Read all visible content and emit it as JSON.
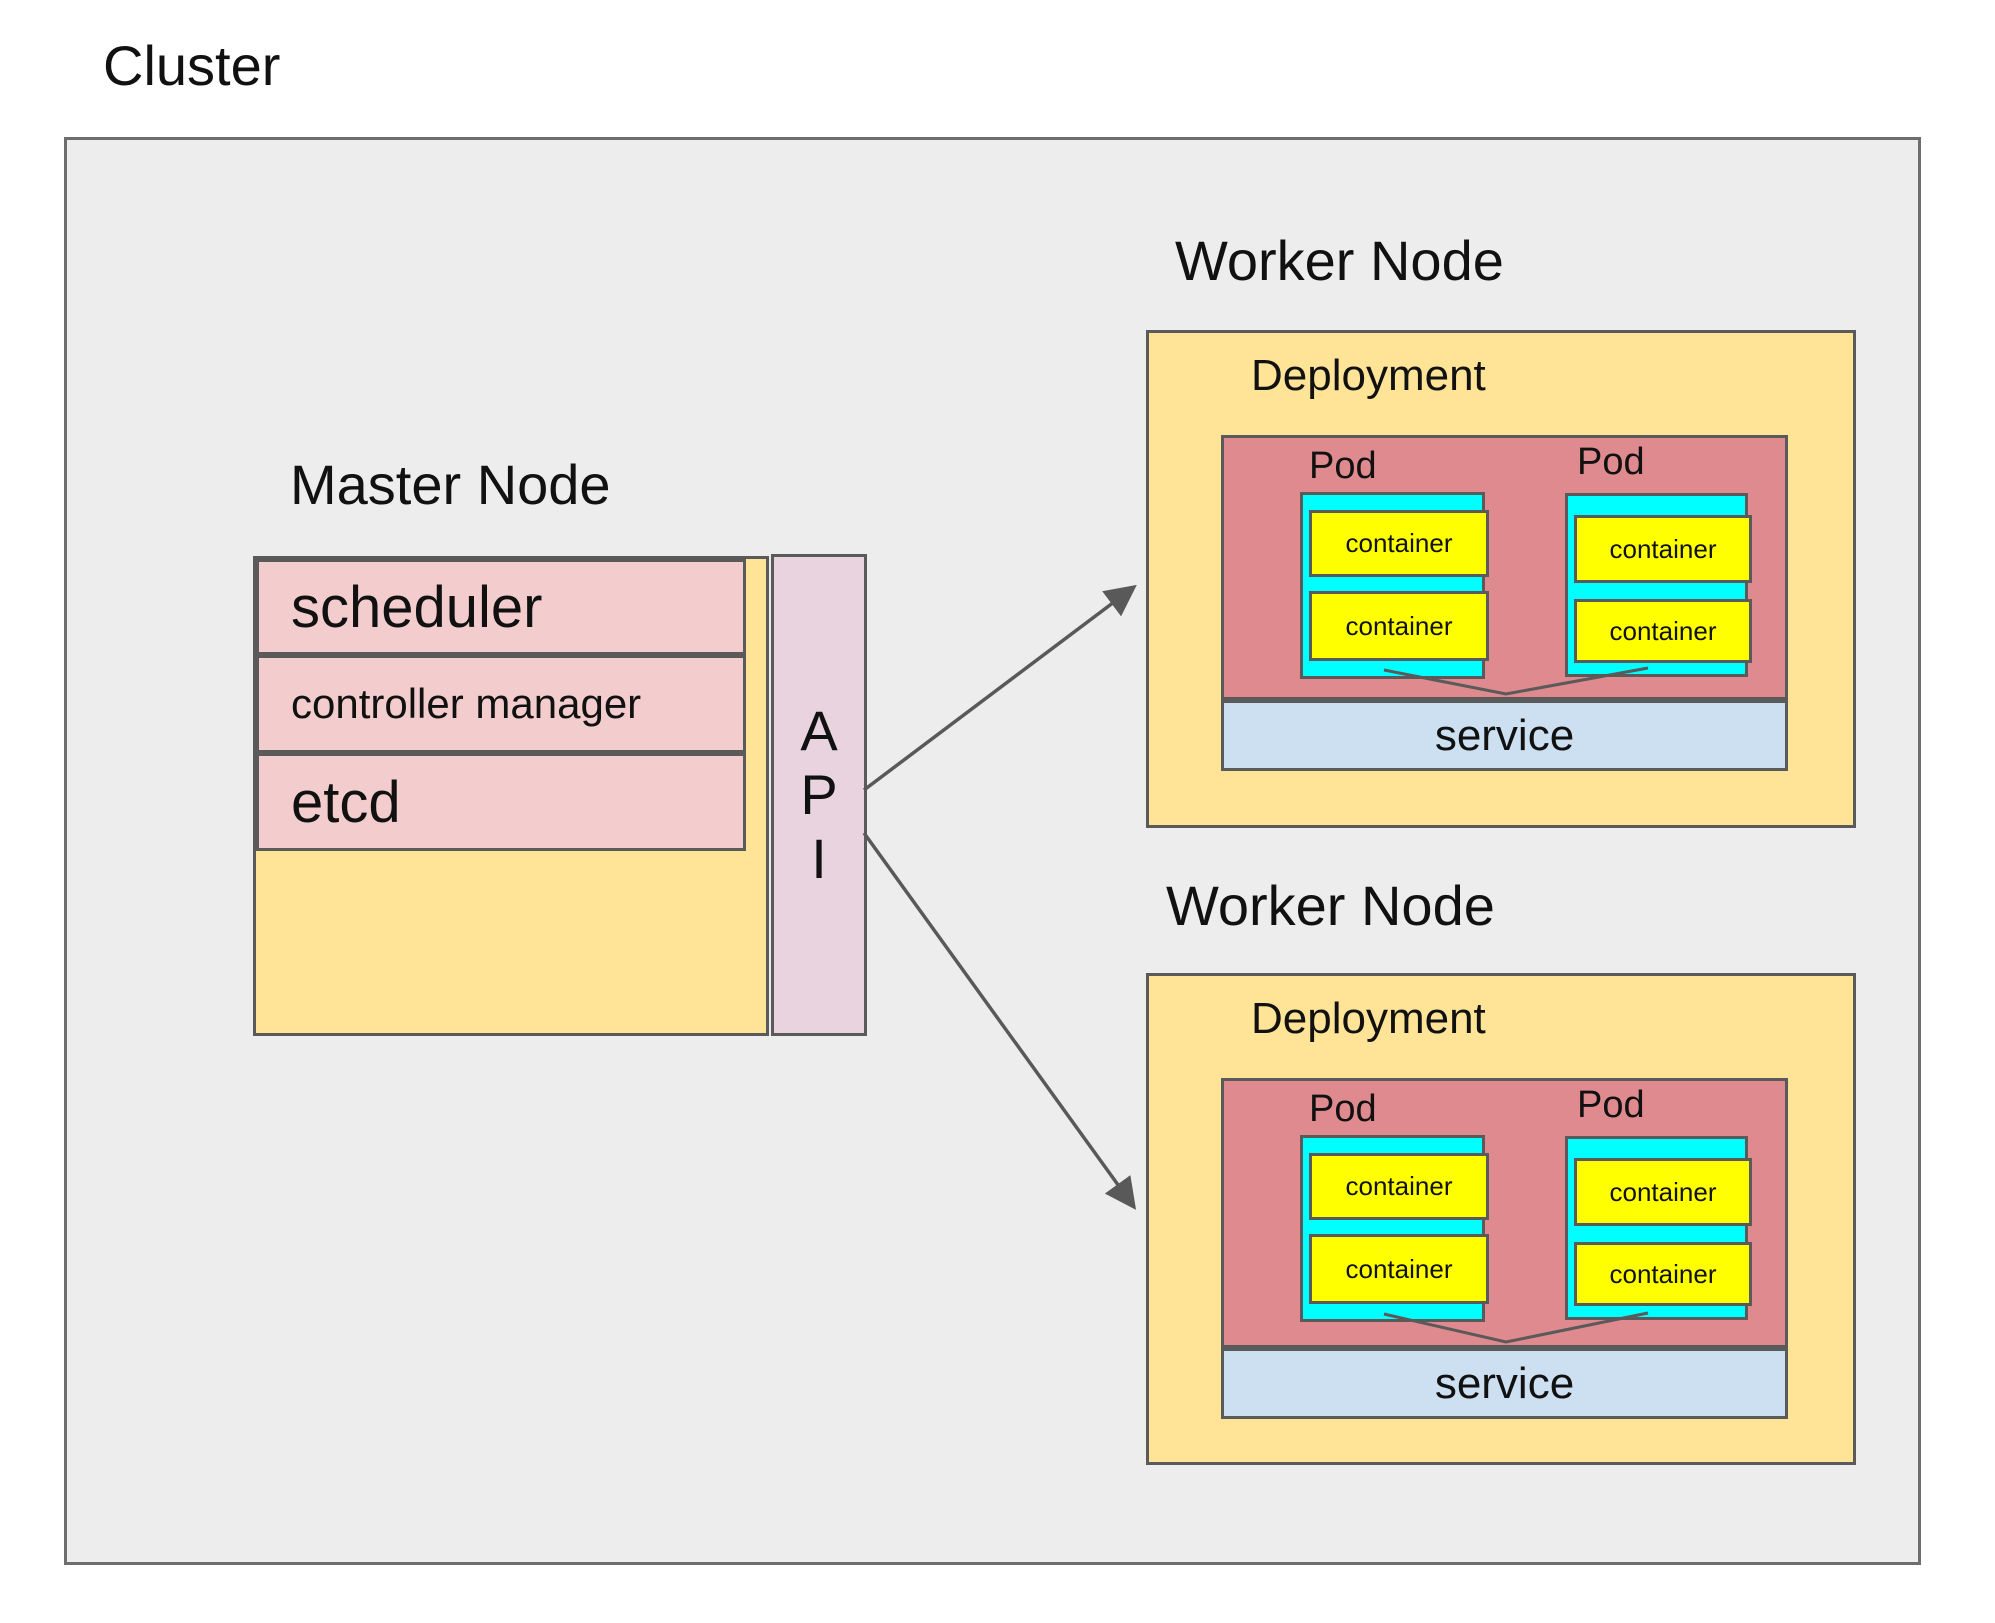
{
  "title": "Cluster",
  "master": {
    "label": "Master Node",
    "components": [
      "scheduler",
      "controller manager",
      "etcd"
    ],
    "api": {
      "letters": [
        "A",
        "P",
        "I"
      ]
    }
  },
  "workers": [
    {
      "label": "Worker Node",
      "deployment_label": "Deployment",
      "pods": [
        {
          "label": "Pod",
          "containers": [
            "container",
            "container"
          ]
        },
        {
          "label": "Pod",
          "containers": [
            "container",
            "container"
          ]
        }
      ],
      "service_label": "service"
    },
    {
      "label": "Worker Node",
      "deployment_label": "Deployment",
      "pods": [
        {
          "label": "Pod",
          "containers": [
            "container",
            "container"
          ]
        },
        {
          "label": "Pod",
          "containers": [
            "container",
            "container"
          ]
        }
      ],
      "service_label": "service"
    }
  ],
  "colors": {
    "canvas": "#ffffff",
    "cluster_bg": "#ededed",
    "node_bg": "#ffe396",
    "component_bg": "#f3cdcd",
    "api_bg": "#e8d3de",
    "pod_bg": "#df8a8e",
    "pod_inner_bg": "#00ffff",
    "container_bg": "#ffff00",
    "service_bg": "#cde0f1",
    "border": "#5a5a5a",
    "cluster_border": "#6e6e6e",
    "arrow": "#595959",
    "text": "#111111"
  }
}
